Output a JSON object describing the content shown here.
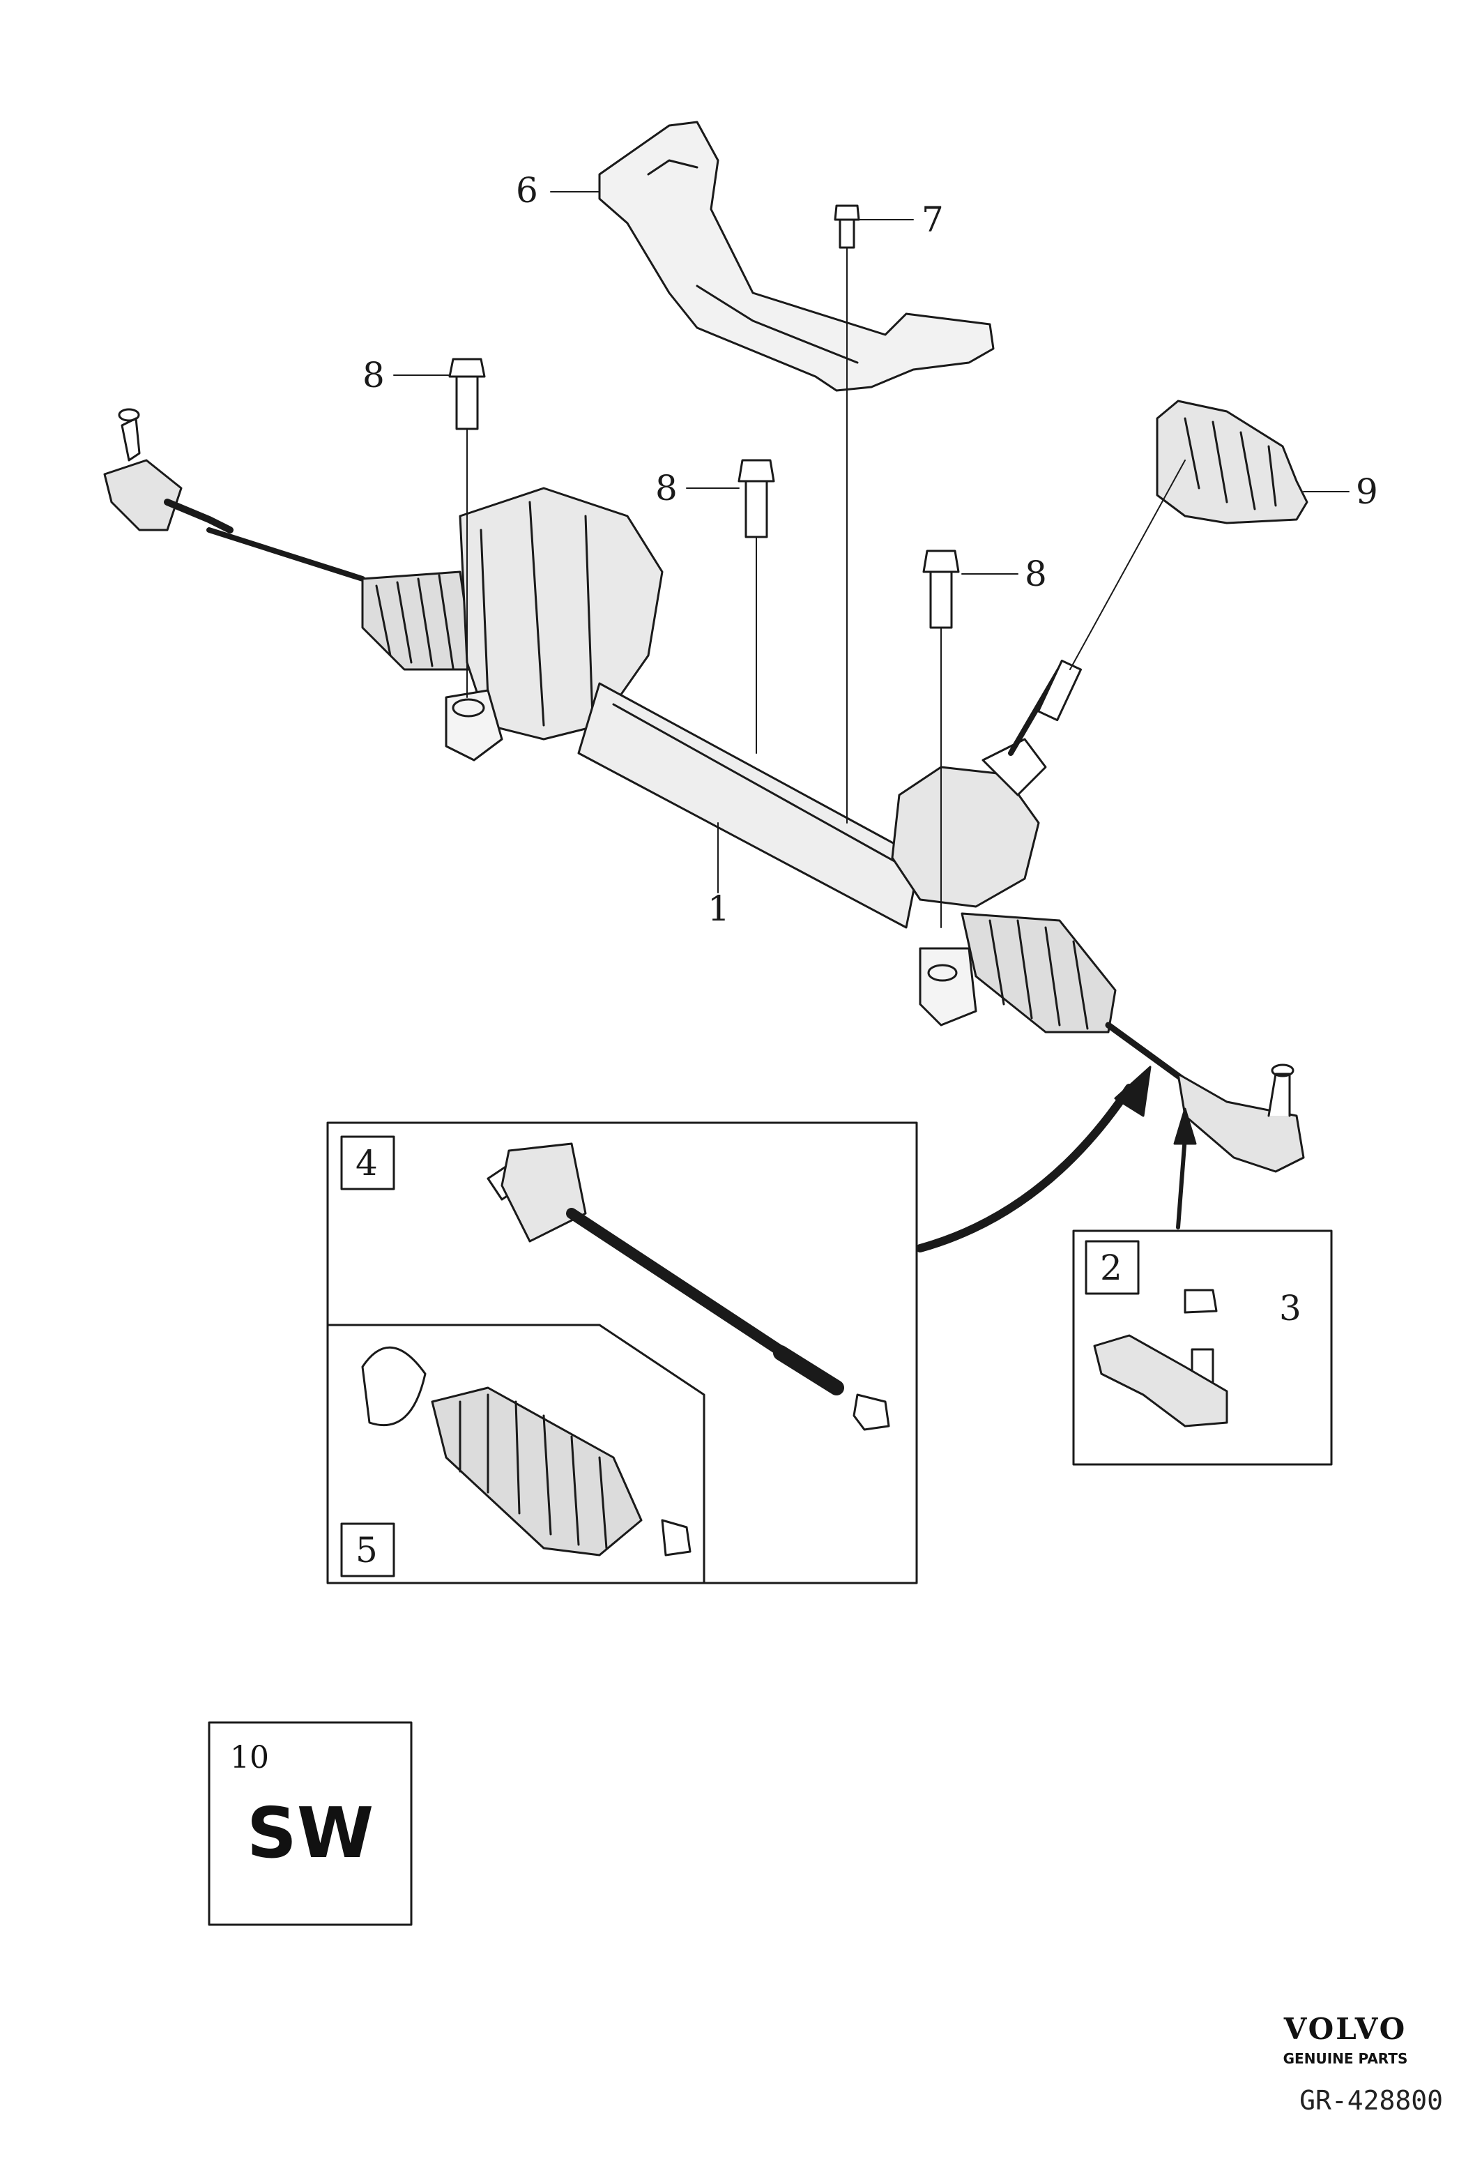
{
  "callouts": {
    "c1": "1",
    "c2": "2",
    "c3": "3",
    "c4": "4",
    "c5": "5",
    "c6": "6",
    "c7": "7",
    "c8a": "8",
    "c8b": "8",
    "c8c": "8",
    "c9": "9",
    "c10": "10"
  },
  "sw_box": {
    "text": "SW"
  },
  "brand": {
    "logo": "VOLVO",
    "tagline": "GENUINE PARTS",
    "reference": "GR-428800"
  },
  "colors": {
    "line": "#1a1a1a",
    "shade": "#d8d8d8",
    "background": "#ffffff"
  }
}
